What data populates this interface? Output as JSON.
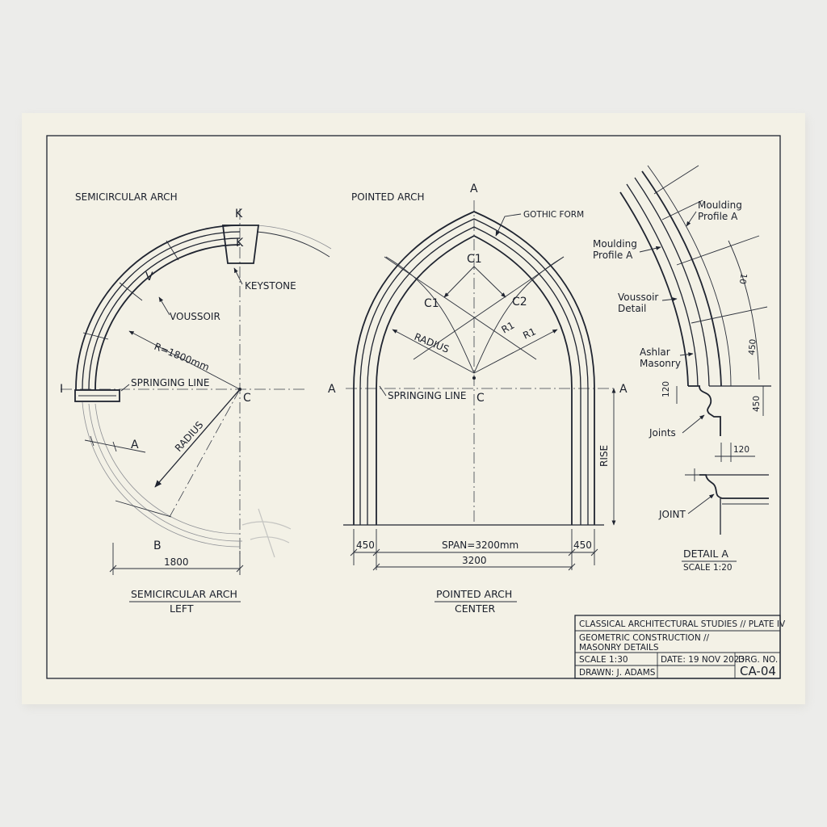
{
  "sheet": {
    "semicircular": {
      "heading": "SEMICIRCULAR ARCH",
      "label_K_top": "K",
      "label_K": "K",
      "keystone": "KEYSTONE",
      "label_V": "V",
      "voussoir": "VOUSSOIR",
      "radius_dim": "R=1800mm",
      "label_I": "I",
      "springing_line": "SPRINGING LINE",
      "label_C": "C",
      "radius": "RADIUS",
      "label_A": "A",
      "label_B": "B",
      "dim_1800": "1800",
      "caption_title": "SEMICIRCULAR ARCH",
      "caption_sub": "LEFT"
    },
    "pointed": {
      "heading": "POINTED ARCH",
      "label_A_top": "A",
      "gothic_form": "GOTHIC FORM",
      "label_C1_top": "C1",
      "label_C1": "C1",
      "label_C2": "C2",
      "label_R1_a": "R1",
      "label_R1_b": "R1",
      "radius": "RADIUS",
      "label_A_left": "A",
      "label_A_right": "A",
      "springing_line": "SPRINGING LINE",
      "label_C": "C",
      "rise": "RISE",
      "dim_left": "450",
      "dim_span": "SPAN=3200mm",
      "dim_right": "450",
      "dim_3200": "3200",
      "caption_title": "POINTED ARCH",
      "caption_sub": "CENTER"
    },
    "detail": {
      "moulding_a_line1": "Moulding",
      "moulding_a_line2": "Profile A",
      "moulding_b_line1": "Moulding",
      "moulding_b_line2": "Profile A",
      "voussoir_line1": "Voussoir",
      "voussoir_line2": "Detail",
      "ashlar_line1": "Ashlar",
      "ashlar_line2": "Masonry",
      "joints": "Joints",
      "joint": "JOINT",
      "dim_10": "10",
      "dim_450_a": "450",
      "dim_450_b": "450",
      "dim_120_a": "120",
      "dim_120_b": "120",
      "caption_title": "DETAIL A",
      "caption_sub": "SCALE 1:20"
    },
    "title_block": {
      "series": "CLASSICAL ARCHITECTURAL STUDIES // PLATE IV",
      "title_line1": "GEOMETRIC CONSTRUCTION //",
      "title_line2": "MASONRY DETAILS",
      "scale": "SCALE 1:30",
      "date": "DATE: 19 NOV 2023",
      "drg_label": "DRG. NO.",
      "drawn": "DRAWN: J. ADAMS",
      "drg_no": "CA-04"
    }
  },
  "colors": {
    "ink": "#1f2430",
    "paper": "#f3f1e6",
    "background": "#ececea"
  }
}
